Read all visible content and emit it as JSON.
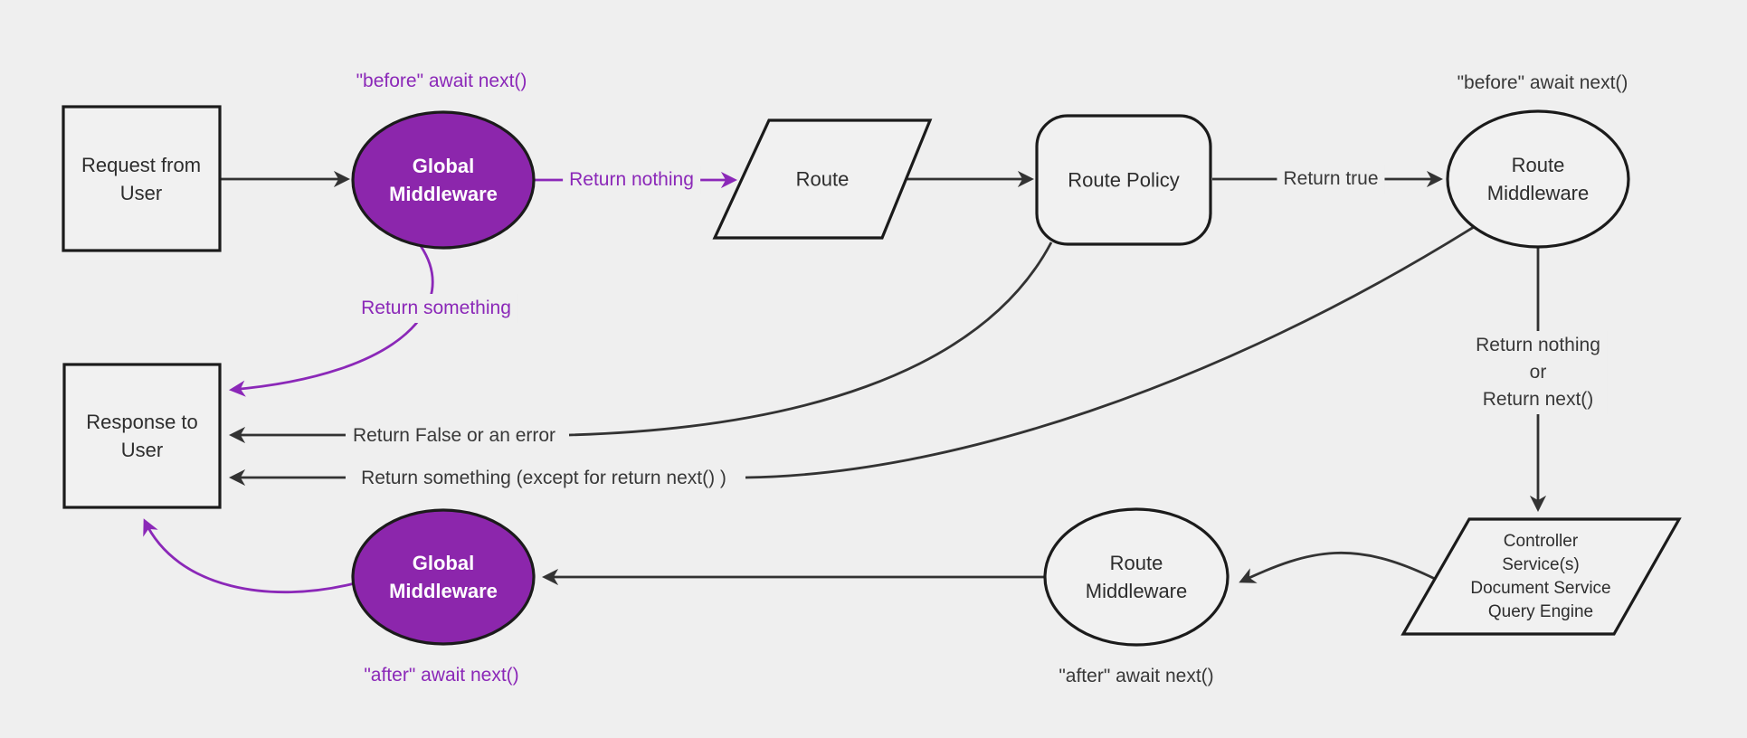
{
  "diagram": {
    "background": "#efefef",
    "colors": {
      "purple_fill": "#8c26ac",
      "purple_accent": "#8b28b8",
      "edge_line": "#333333",
      "node_border": "#1b1b1b",
      "node_fill": "#f1f1f1",
      "node_text": "#2d2d2d",
      "node_text_inverse": "#ffffff"
    },
    "nodes": {
      "request": {
        "label": "Request from\nUser"
      },
      "global_middleware_top": {
        "label": "Global\nMiddleware"
      },
      "route": {
        "label": "Route"
      },
      "route_policy": {
        "label": "Route Policy"
      },
      "route_middleware_top": {
        "label": "Route\nMiddleware"
      },
      "controller": {
        "label": "Controller\nService(s)\nDocument Service\nQuery Engine"
      },
      "route_middleware_bottom": {
        "label": "Route\nMiddleware"
      },
      "global_middleware_bottom": {
        "label": "Global\nMiddleware"
      },
      "response": {
        "label": "Response to\nUser"
      }
    },
    "edge_labels": {
      "before_await_next_global": "\"before\" await next()",
      "before_await_next_route": "\"before\" await next()",
      "return_nothing": "Return nothing",
      "return_true": "Return true",
      "return_something": "Return something",
      "return_false_or_error": "Return False or an error",
      "return_something_except": "Return something (except for return next() )",
      "return_nothing_or_next": "Return nothing\nor\nReturn next()",
      "after_await_next_global": "\"after\" await next()",
      "after_await_next_route": "\"after\" await next()"
    }
  }
}
